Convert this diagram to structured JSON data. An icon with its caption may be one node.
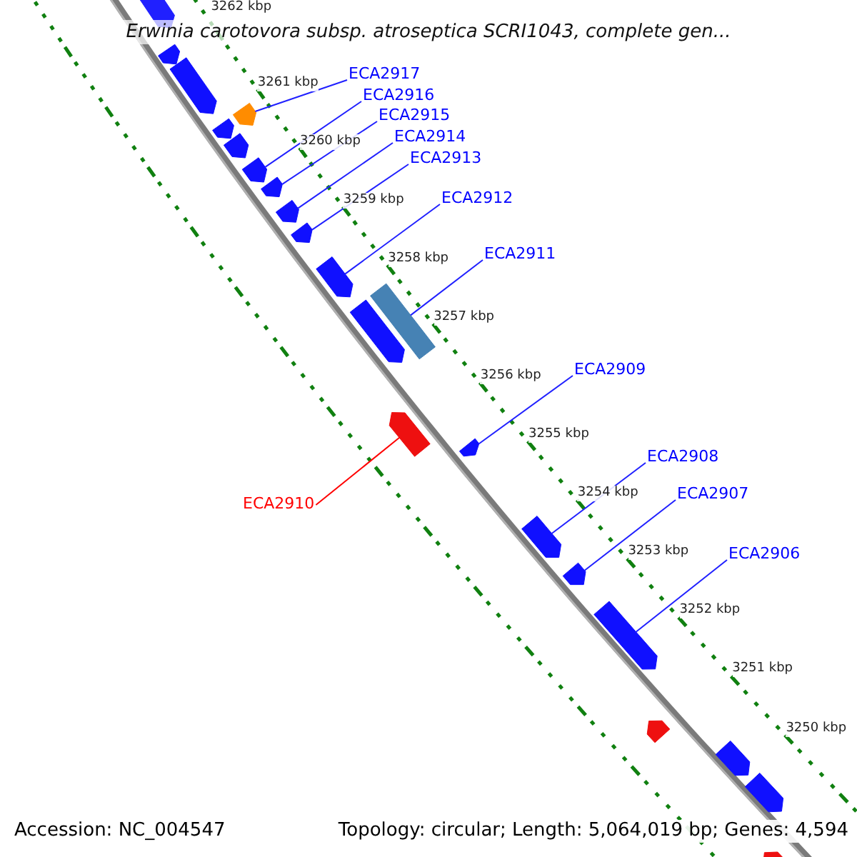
{
  "diagram": {
    "title": "Erwinia carotovora subsp. atroseptica SCRI1043, complete gen...",
    "nodes": [
      {
        "text": [],
        "shape": "arrow"
      },
      {
        "text": [],
        "shape": "arrow"
      },
      {
        "text": [],
        "shape": "arrow"
      },
      {
        "text": [],
        "shape": "arrow"
      },
      {
        "text": [],
        "shape": "arrow"
      },
      {
        "text": [],
        "shape": "arrow"
      },
      {
        "text": [],
        "shape": "arrow"
      },
      {
        "text": [],
        "shape": "arrow"
      },
      {
        "text": [],
        "shape": "arrow"
      },
      {
        "text": [],
        "shape": "arrow"
      },
      {
        "text": [],
        "shape": "arrow"
      },
      {
        "text": [],
        "shape": "bar"
      },
      {
        "text": [],
        "shape": "arrow"
      },
      {
        "text": [],
        "shape": "arrow"
      },
      {
        "text": [],
        "shape": "arrow"
      },
      {
        "text": [],
        "shape": "arrow"
      },
      {
        "text": [],
        "shape": "arrow"
      },
      {
        "text": [],
        "shape": "arrow"
      },
      {
        "text": [],
        "shape": "arrow"
      },
      {
        "text": [],
        "shape": "arrow"
      },
      {
        "text": [],
        "shape": "arrow"
      },
      {
        "text": [],
        "shape": "arrow"
      },
      {
        "text": [
          "ECA2917"
        ]
      },
      {
        "text": [
          "ECA2916"
        ]
      },
      {
        "text": [
          "ECA2915"
        ]
      },
      {
        "text": [
          "ECA2914"
        ]
      },
      {
        "text": [
          "ECA2913"
        ]
      },
      {
        "text": [
          "ECA2912"
        ]
      },
      {
        "text": [
          "ECA2911"
        ]
      },
      {
        "text": [
          "ECA2909"
        ]
      },
      {
        "text": [
          "ECA2908"
        ]
      },
      {
        "text": [
          "ECA2907"
        ]
      },
      {
        "text": [
          "ECA2910"
        ]
      },
      {
        "text": [
          "ECA2906"
        ]
      }
    ],
    "edges": [
      {
        "from": 22,
        "to": 3,
        "arrow": "none"
      },
      {
        "from": 23,
        "to": 6,
        "arrow": "none"
      },
      {
        "from": 24,
        "to": 7,
        "arrow": "none"
      },
      {
        "from": 25,
        "to": 8,
        "arrow": "none"
      },
      {
        "from": 26,
        "to": 9,
        "arrow": "none"
      },
      {
        "from": 27,
        "to": 10,
        "arrow": "none"
      },
      {
        "from": 28,
        "to": 11,
        "arrow": "none"
      },
      {
        "from": 29,
        "to": 14,
        "arrow": "none"
      },
      {
        "from": 30,
        "to": 15,
        "arrow": "none"
      },
      {
        "from": 31,
        "to": 16,
        "arrow": "none"
      },
      {
        "from": 32,
        "to": 13,
        "arrow": "none",
        "color": "#ff0000"
      },
      {
        "from": 33,
        "to": 17,
        "arrow": "none"
      }
    ],
    "labels": [
      "3262 kbp",
      "3261 kbp",
      "3260 kbp",
      "3259 kbp",
      "3258 kbp",
      "3257 kbp",
      "3256 kbp",
      "3255 kbp",
      "3254 kbp",
      "3253 kbp",
      "3252 kbp",
      "3251 kbp",
      "3250 kbp",
      "Accession: NC_004547",
      "Topology: circular; Length: 5,064,019 bp; Genes: 4,594"
    ]
  }
}
